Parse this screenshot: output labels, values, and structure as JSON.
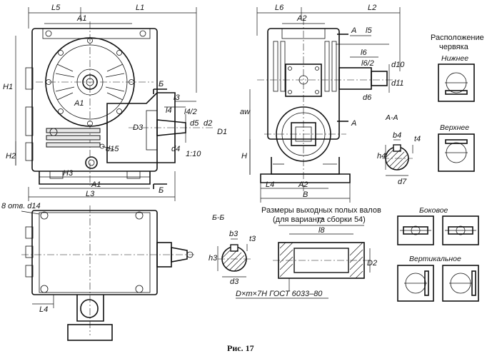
{
  "figure": {
    "caption": "Рис. 17"
  },
  "dimensions": {
    "top_left": [
      "L5",
      "A1",
      "L1",
      "L6",
      "A2",
      "L2"
    ],
    "front_view": [
      "H1",
      "H2",
      "H3",
      "A1",
      "A1",
      "L3",
      "D3",
      "D1",
      "d4",
      "d15",
      "l3",
      "l4",
      "l4/2",
      "d5",
      "d2",
      "1:10",
      "Б",
      "Б"
    ],
    "side_view": [
      "A",
      "A",
      "l5",
      "l6",
      "l6/2",
      "d10",
      "d11",
      "d6",
      "aw",
      "H",
      "L4",
      "A2",
      "B"
    ],
    "plan_view": [
      "8 отв. d14",
      "L4"
    ]
  },
  "section_aa": {
    "title": "А-А",
    "labels": [
      "b4",
      "t4",
      "h4",
      "d7"
    ]
  },
  "section_bb": {
    "title": "Б-Б",
    "labels": [
      "b3",
      "t3",
      "h3",
      "d3"
    ]
  },
  "hollow_shaft": {
    "title_line1": "Размеры выходных полых валов",
    "title_line2": "(для варианта сборки 54)",
    "labels": [
      "l7",
      "l8",
      "D2"
    ],
    "spline_note": "D×m×7H ГОСТ 6033–80"
  },
  "worm_position": {
    "title_line1": "Расположение",
    "title_line2": "червяка",
    "lower": "Нижнее",
    "upper": "Верхнее",
    "side": "Боковое",
    "vertical": "Вертикальное"
  }
}
